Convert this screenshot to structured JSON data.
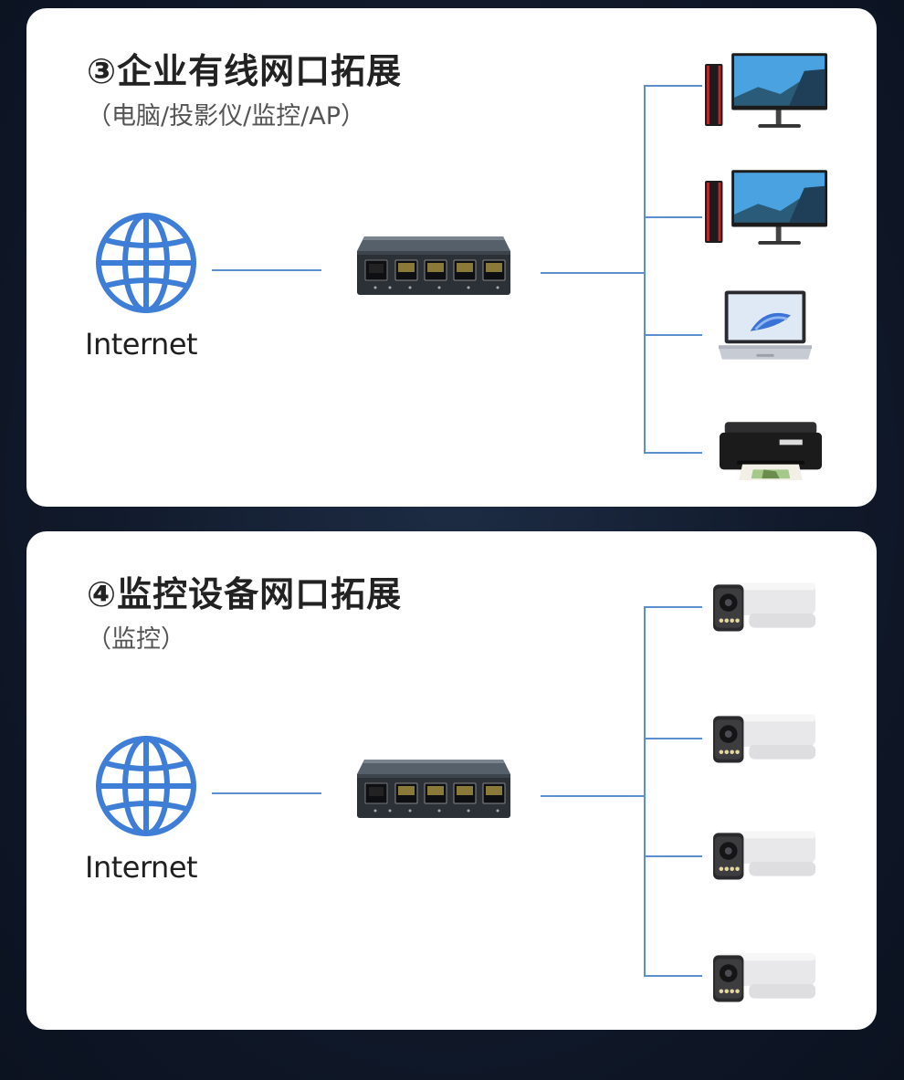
{
  "sections": [
    {
      "title": "③企业有线网口拓展",
      "subtitle": "（电脑/投影仪/监控/AP）",
      "internet_label": "Internet",
      "devices": [
        "desktop-pc-icon",
        "desktop-pc-icon",
        "laptop-icon",
        "printer-icon"
      ]
    },
    {
      "title": "④监控设备网口拓展",
      "subtitle": "（监控）",
      "internet_label": "Internet",
      "devices": [
        "bullet-camera-icon",
        "bullet-camera-icon",
        "bullet-camera-icon",
        "bullet-camera-icon"
      ]
    }
  ],
  "colors": {
    "connector": "#5b8fcd",
    "globe": "#3f7ed6",
    "card": "#ffffff",
    "background": "#111a2b"
  }
}
